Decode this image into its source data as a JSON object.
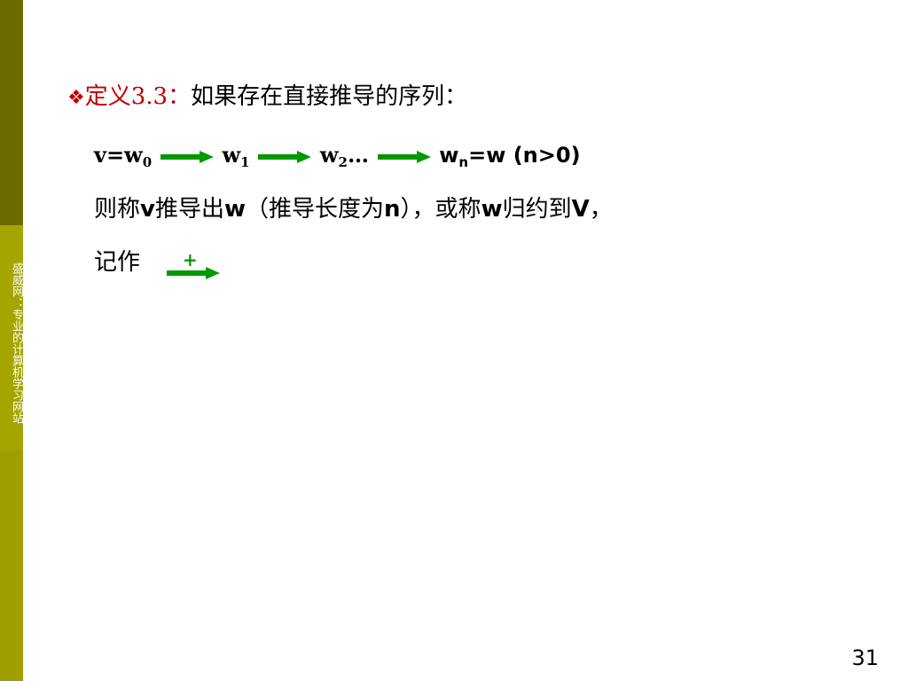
{
  "sidebar": {
    "text": "盛威网：专业的计算机学习网站",
    "colors": {
      "top": "#6b6b00",
      "middle": "#a5a500",
      "bottom": "#9e9e00"
    }
  },
  "definition": {
    "bullet": "❖",
    "label": "定义3.3：",
    "text": "如果存在直接推导的序列："
  },
  "sequence": {
    "t0_base": "v=w",
    "t0_sub": "0",
    "t1_base": "w",
    "t1_sub": "1",
    "t2_base": "w",
    "t2_sub": "2",
    "t2_suffix": "…",
    "tn_base": "w",
    "tn_sub": "n",
    "tn_suffix": "=w (n>0)",
    "arrow_color": "#009900"
  },
  "conclusion": {
    "p1": "则称",
    "v": "v",
    "p2": "推导出",
    "w": "w",
    "p3": "（推导长度为",
    "n": "n",
    "p4": "），或称",
    "w2": "w",
    "p5": "归约到",
    "V": "V",
    "p6": "，"
  },
  "notation": {
    "text": "记作",
    "arrow_symbol": "+"
  },
  "page_number": "31"
}
